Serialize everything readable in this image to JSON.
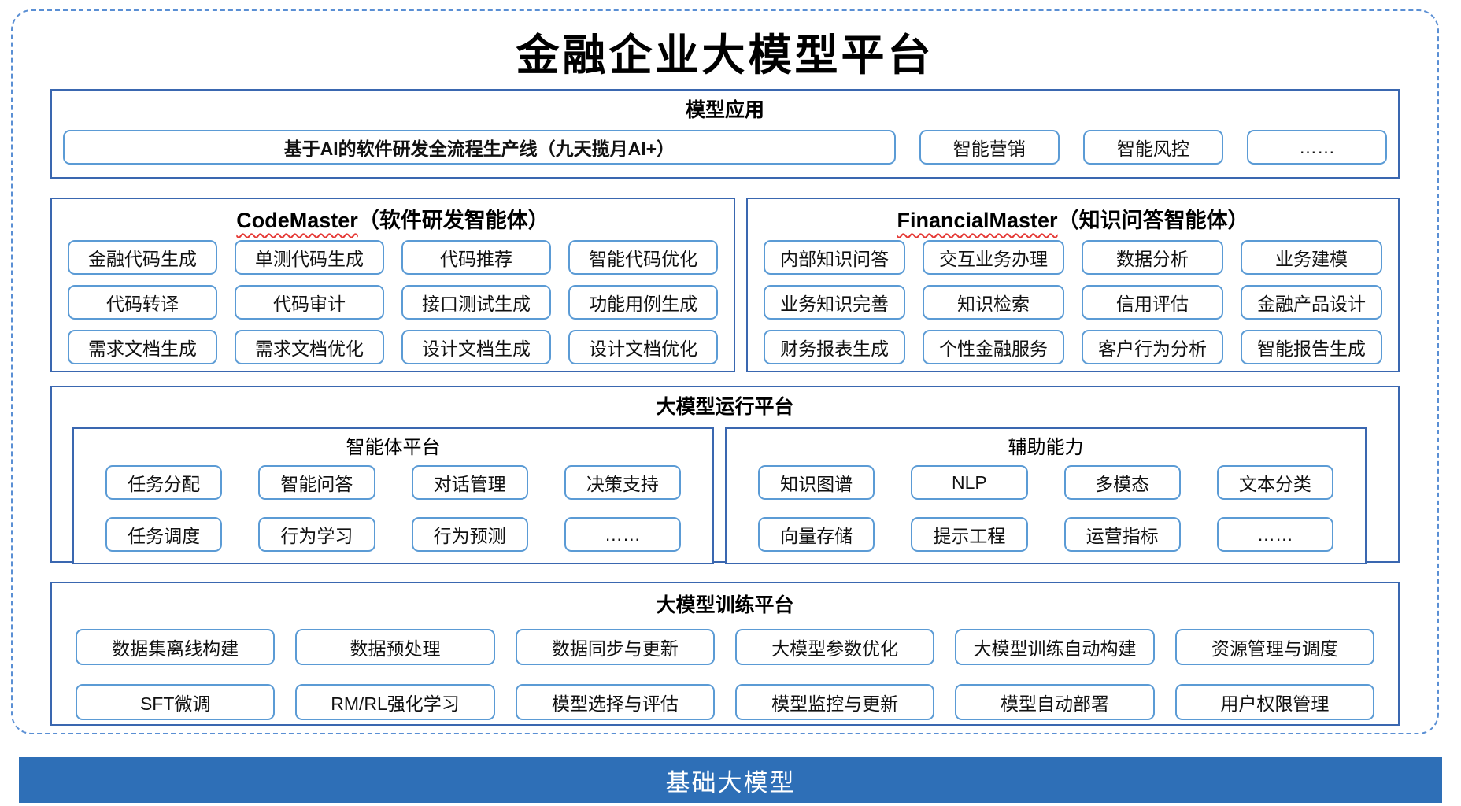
{
  "title": "金融企业大模型平台",
  "colors": {
    "frame_dashed_border": "#5a8fd4",
    "section_border": "#3a67b0",
    "item_border": "#5b9bd5",
    "foundation_bar_bg": "#2e6fb7",
    "foundation_bar_text": "#ffffff",
    "spellcheck_underline": "#e53935"
  },
  "model_application": {
    "header": "模型应用",
    "items": [
      "基于AI的软件研发全流程生产线（九天揽月AI+）",
      "智能营销",
      "智能风控",
      "……"
    ]
  },
  "code_master": {
    "name_en": "CodeMaster",
    "name_zh": "（软件研发智能体）",
    "items": [
      "金融代码生成",
      "单测代码生成",
      "代码推荐",
      "智能代码优化",
      "代码转译",
      "代码审计",
      "接口测试生成",
      "功能用例生成",
      "需求文档生成",
      "需求文档优化",
      "设计文档生成",
      "设计文档优化"
    ]
  },
  "financial_master": {
    "name_en": "FinancialMaster",
    "name_zh": "（知识问答智能体）",
    "items": [
      "内部知识问答",
      "交互业务办理",
      "数据分析",
      "业务建模",
      "业务知识完善",
      "知识检索",
      "信用评估",
      "金融产品设计",
      "财务报表生成",
      "个性金融服务",
      "客户行为分析",
      "智能报告生成"
    ]
  },
  "runtime_platform": {
    "header": "大模型运行平台",
    "agent_platform": {
      "header": "智能体平台",
      "items": [
        "任务分配",
        "智能问答",
        "对话管理",
        "决策支持",
        "任务调度",
        "行为学习",
        "行为预测",
        "……"
      ]
    },
    "auxiliary": {
      "header": "辅助能力",
      "items": [
        "知识图谱",
        "NLP",
        "多模态",
        "文本分类",
        "向量存储",
        "提示工程",
        "运营指标",
        "……"
      ]
    }
  },
  "training_platform": {
    "header": "大模型训练平台",
    "items": [
      "数据集离线构建",
      "数据预处理",
      "数据同步与更新",
      "大模型参数优化",
      "大模型训练自动构建",
      "资源管理与调度",
      "SFT微调",
      "RM/RL强化学习",
      "模型选择与评估",
      "模型监控与更新",
      "模型自动部署",
      "用户权限管理"
    ]
  },
  "foundation": {
    "label": "基础大模型"
  }
}
